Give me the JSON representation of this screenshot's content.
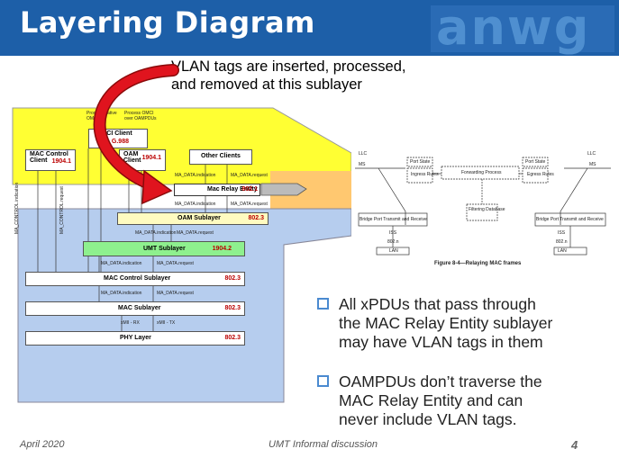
{
  "header": {
    "title": "Layering Diagram",
    "logo_text": "anwg"
  },
  "callout": {
    "line1": "VLAN tags are inserted, processed,",
    "line2": "and removed at this sublayer"
  },
  "left_diagram": {
    "top_note1": "Process Native\nOMCI",
    "top_note2": "Process OMCI\nover OAMPDUs",
    "omci_client": "OMCI  Client",
    "omci_ref": "G.988",
    "mac_control_client": "MAC Control\nClient",
    "mac_control_client_ref": "1904.1",
    "oam_client": "OAM\nClient",
    "oam_client_ref": "1904.1",
    "other_clients": "Other Clients",
    "mac_relay_entity": "Mac Relay Entity",
    "mac_relay_ref": "802.1",
    "oam_sublayer": "OAM Sublayer",
    "oam_sublayer_ref": "802.3",
    "umt_sublayer": "UMT Sublayer",
    "umt_sublayer_ref": "1904.2",
    "mac_control_sublayer": "MAC Control Sublayer",
    "mac_control_sublayer_ref": "802.3",
    "mac_sublayer": "MAC Sublayer",
    "mac_sublayer_ref": "802.3",
    "phy_layer": "PHY Layer",
    "phy_layer_ref": "802.3",
    "ma_data_indication": "MA_DATA.indication",
    "ma_data_request": "MA_DATA.request",
    "ma_control_indication": "MA_CONTROL.indication",
    "ma_control_request": "MA_CONTROL.request",
    "xmii_rx": "xMII - RX",
    "xmii_tx": "xMII - TX"
  },
  "right_diagram": {
    "llc": "LLC",
    "ms": "MS",
    "port_state": "Port State",
    "ingress_rules": "Ingress\nRules",
    "egress_rules": "Egress\nRules",
    "forwarding_process": "Forwarding Process",
    "filtering_database": "Filtering\nDatabase",
    "bridge_port_tr": "Bridge Port Transmit and Receive",
    "iss": "ISS",
    "n8021": "802.n",
    "lan": "LAN",
    "caption": "Figure 8-4—Relaying MAC frames"
  },
  "bullets": [
    {
      "line1": "All xPDUs that pass through",
      "line2": "the MAC Relay Entity sublayer",
      "line3": "may have VLAN tags in them"
    },
    {
      "line1": "OAMPDUs don’t traverse the",
      "line2": "MAC Relay Entity and can",
      "line3": "never include VLAN tags."
    }
  ],
  "footer": {
    "date": "April 2020",
    "center": "UMT Informal discussion",
    "page": "4"
  },
  "colors": {
    "header_bg": "#1d5fa8",
    "yellow_region": "#ffff00",
    "blue_region": "#b6cdee",
    "umt_green": "#8ef08e",
    "oam_yellow": "#fffbc0",
    "arrow_red": "#e0141e",
    "bullet_square": "#4a8ad0"
  }
}
